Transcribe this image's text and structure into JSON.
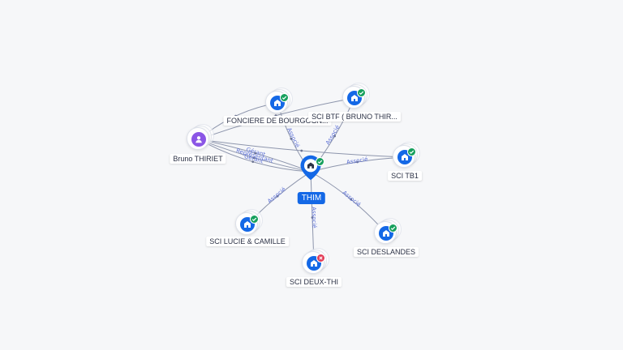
{
  "center": {
    "label": "THIM",
    "status": "active",
    "icon": "building-icon"
  },
  "nodes": [
    {
      "key": "bruno",
      "label": "Bruno THIRIET",
      "kind": "person",
      "icon": "person-icon"
    },
    {
      "key": "fonciere",
      "label": "FONCIERE DE BOURGOGN...",
      "kind": "company",
      "status": "active",
      "icon": "building-icon"
    },
    {
      "key": "btf",
      "label": "SCI BTF ( BRUNO THIR...",
      "kind": "company",
      "status": "active",
      "icon": "building-icon"
    },
    {
      "key": "tb1",
      "label": "SCI TB1",
      "kind": "company",
      "status": "active",
      "icon": "building-icon"
    },
    {
      "key": "deslandes",
      "label": "SCI DESLANDES",
      "kind": "company",
      "status": "active",
      "icon": "building-icon"
    },
    {
      "key": "deuxthi",
      "label": "SCI DEUX-THI",
      "kind": "company",
      "status": "closed",
      "icon": "building-icon"
    },
    {
      "key": "lucie",
      "label": "SCI LUCIE & CAMILLE",
      "kind": "company",
      "status": "active",
      "icon": "building-icon"
    }
  ],
  "edges": [
    {
      "from": "bruno",
      "to": "center",
      "label": "Gérant"
    },
    {
      "from": "bruno",
      "to": "center",
      "label": "Représentant"
    },
    {
      "from": "bruno",
      "to": "center",
      "label": "Gérant"
    },
    {
      "from": "bruno",
      "to": "fonciere",
      "label": ""
    },
    {
      "from": "bruno",
      "to": "btf",
      "label": ""
    },
    {
      "from": "bruno",
      "to": "tb1",
      "label": ""
    },
    {
      "from": "fonciere",
      "to": "center",
      "label": "Associé"
    },
    {
      "from": "btf",
      "to": "center",
      "label": "Associé"
    },
    {
      "from": "tb1",
      "to": "center",
      "label": "Associé"
    },
    {
      "from": "deslandes",
      "to": "center",
      "label": "Associé"
    },
    {
      "from": "deuxthi",
      "to": "center",
      "label": "Associé"
    },
    {
      "from": "lucie",
      "to": "center",
      "label": "Associé"
    }
  ],
  "colors": {
    "company": "#1468e6",
    "person": "#8b56e6",
    "active": "#17a05d",
    "closed": "#e23a56",
    "edge": "#8d95ac",
    "edge_label": "#5b6fd6"
  }
}
